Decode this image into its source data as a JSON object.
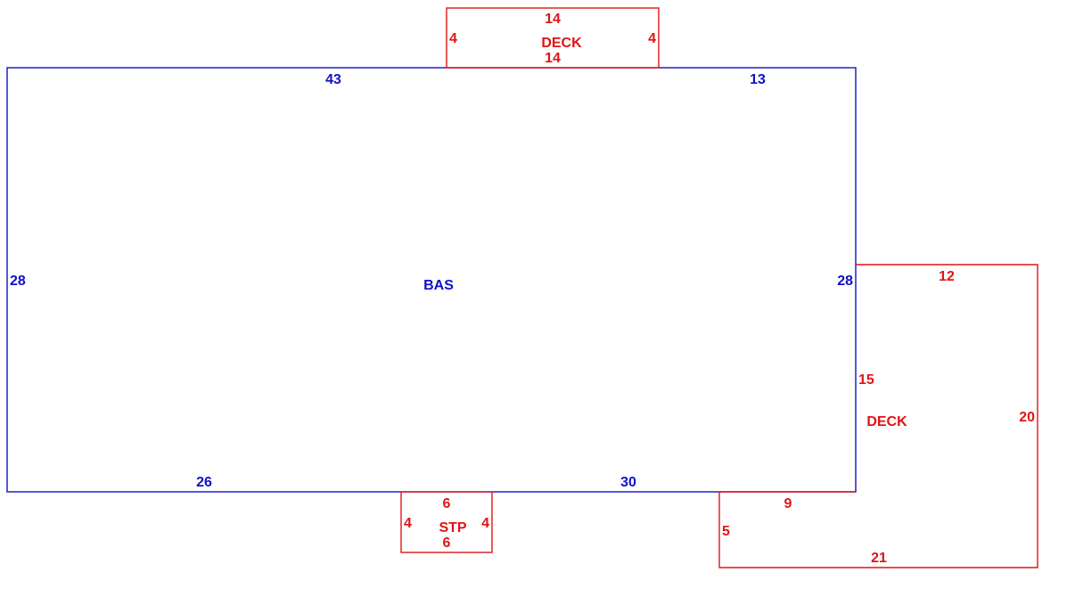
{
  "colors": {
    "living_area": "#1010c8",
    "addition": "#e01414"
  },
  "areas": [
    {
      "key": "bas",
      "name": "BAS",
      "color": "#1010c8",
      "dimensions": {
        "top_left": "43",
        "top_right": "13",
        "left": "28",
        "right": "28",
        "bottom_left": "26",
        "bottom_right": "30"
      }
    },
    {
      "key": "deck_top",
      "name": "DECK",
      "color": "#e01414",
      "dimensions": {
        "top": "14",
        "bottom": "14",
        "left": "4",
        "right": "4"
      }
    },
    {
      "key": "stp",
      "name": "STP",
      "color": "#e01414",
      "dimensions": {
        "top": "6",
        "bottom": "6",
        "left": "4",
        "right": "4"
      }
    },
    {
      "key": "deck_right",
      "name": "DECK",
      "color": "#e01414",
      "dimensions": {
        "top": "12",
        "inner_left": "15",
        "inner_bottom": "9",
        "left": "5",
        "bottom": "21",
        "right": "20"
      }
    }
  ]
}
